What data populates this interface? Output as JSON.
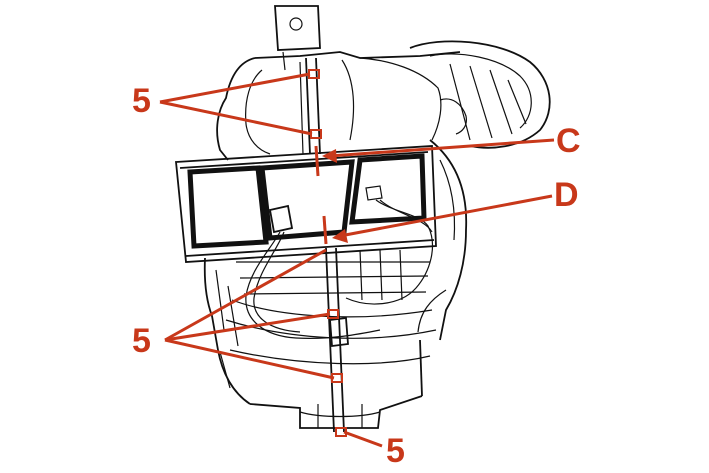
{
  "callouts": {
    "label_5_top": "5",
    "label_c": "C",
    "label_d": "D",
    "label_5_middle": "5",
    "label_5_bottom": "5"
  },
  "colors": {
    "callout": "#c8381a",
    "line_art": "#111111",
    "background": "#ffffff"
  }
}
